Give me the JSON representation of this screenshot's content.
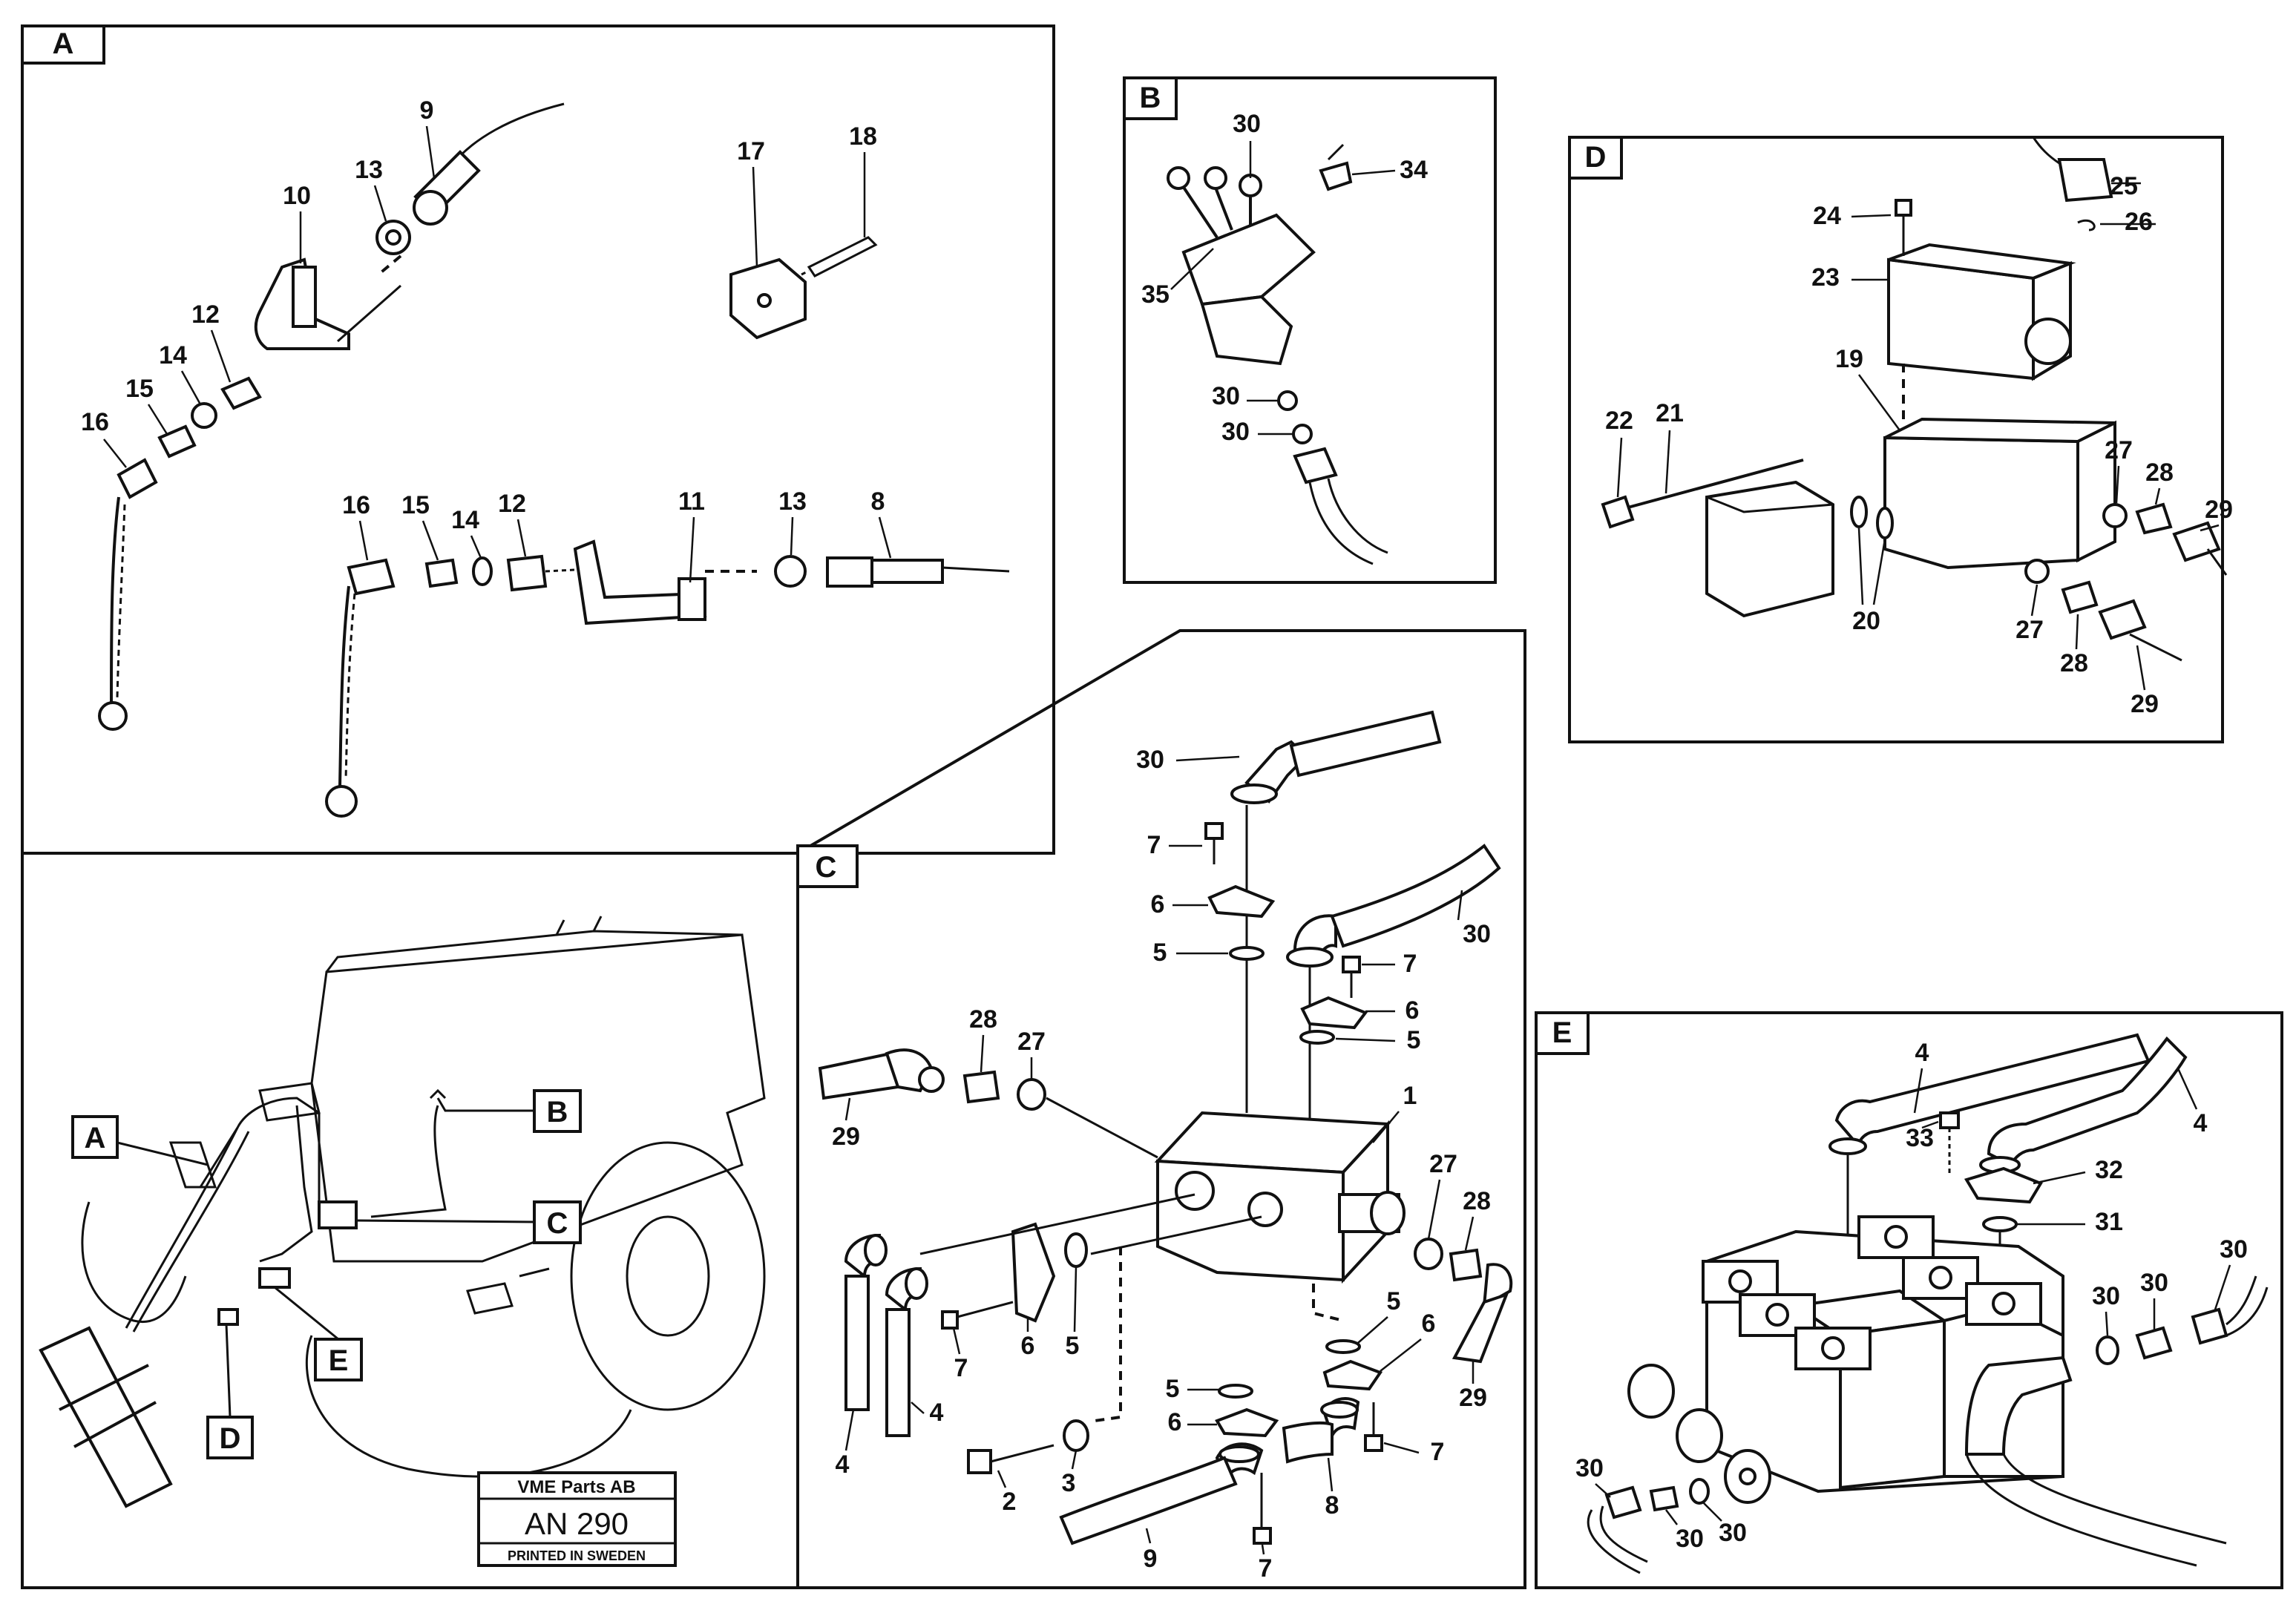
{
  "panels": {
    "A": {
      "tag": "A",
      "labels": [
        "9",
        "10",
        "13",
        "17",
        "18",
        "12",
        "14",
        "15",
        "16",
        "16",
        "15",
        "14",
        "12",
        "11",
        "13",
        "8"
      ]
    },
    "B": {
      "tag": "B",
      "labels": [
        "30",
        "34",
        "35",
        "30",
        "30"
      ]
    },
    "C": {
      "tag": "C",
      "labels": [
        "30",
        "7",
        "6",
        "5",
        "30",
        "7",
        "6",
        "5",
        "28",
        "27",
        "29",
        "1",
        "27",
        "28",
        "4",
        "7",
        "6",
        "5",
        "4",
        "2",
        "3",
        "6",
        "5",
        "9",
        "7",
        "8",
        "5",
        "6",
        "7",
        "29"
      ]
    },
    "D": {
      "tag": "D",
      "labels": [
        "25",
        "24",
        "26",
        "23",
        "22",
        "21",
        "19",
        "27",
        "28",
        "29",
        "20",
        "27",
        "28",
        "29"
      ]
    },
    "E": {
      "tag": "E",
      "labels": [
        "4",
        "4",
        "33",
        "32",
        "31",
        "30",
        "30",
        "30",
        "30",
        "30",
        "30"
      ]
    },
    "overview": {
      "labels": [
        "A",
        "B",
        "C",
        "D",
        "E"
      ]
    }
  },
  "plate": {
    "company": "VME Parts AB",
    "code": "AN 290",
    "printed": "PRINTED IN SWEDEN"
  }
}
